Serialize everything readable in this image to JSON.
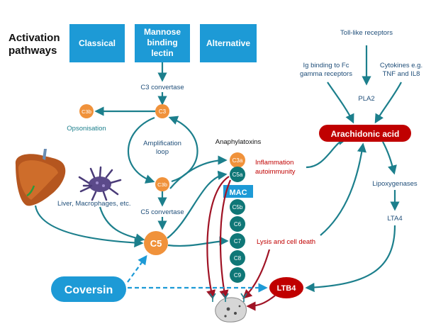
{
  "colors": {
    "teal": "#1c7f8c",
    "box_blue": "#1d9ad6",
    "orange": "#f0923b",
    "dark_teal_node": "#0f7777",
    "red": "#c00000",
    "dark_red": "#a01325",
    "text_dark": "#1a1a1a",
    "text_blue": "#1f4e79"
  },
  "header": {
    "activation_line1": "Activation",
    "activation_line2": "pathways"
  },
  "pathways": {
    "classical": "Classical",
    "mannose_line1": "Mannose",
    "mannose_line2": "binding",
    "mannose_line3": "lectin",
    "alternative": "Alternative"
  },
  "cascade": {
    "c3_convertase": "C3 convertase",
    "c3": "C3",
    "c3b_left": "C3b",
    "opsonisation": "Opsonisation",
    "amplification_line1": "Amplification",
    "amplification_line2": "loop",
    "c3b_lower": "C3b",
    "c5_convertase": "C5 convertase",
    "c5": "C5",
    "liver_macrophages": "Liver, Macrophages, etc."
  },
  "anaphylatoxins": {
    "title": "Anaphylatoxins",
    "c3a": "C3a",
    "c5a": "C5a",
    "effect_line1": "Inflammation",
    "effect_line2": "autoimmunity"
  },
  "mac": {
    "label": "MAC",
    "c5b": "C5b",
    "c6": "C6",
    "c7": "C7",
    "c8": "C8",
    "c9": "C9",
    "effect": "Lysis and cell death"
  },
  "right_side": {
    "tlr": "Toll-like receptors",
    "ig_line1": "Ig binding to Fc",
    "ig_line2": "gamma receptors",
    "cyto_line1": "Cytokines e.g.",
    "cyto_line2": "TNF and IL8",
    "pla2": "PLA2",
    "arachidonic": "Arachidonic acid",
    "lipoxygenases": "Lipoxygenases",
    "lta4": "LTA4",
    "ltb4": "LTB4"
  },
  "drug": {
    "coversin": "Coversin"
  }
}
